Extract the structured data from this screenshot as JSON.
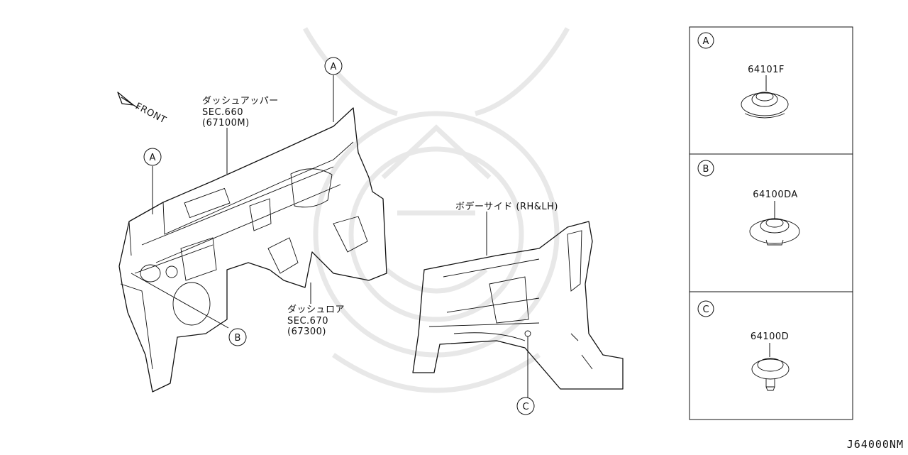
{
  "diagram_code": "J64000NM",
  "front_label": "FRONT",
  "callouts": {
    "dash_upper": {
      "name": "ダッシュアッパー",
      "sec": "SEC.660",
      "part": "(67100M)"
    },
    "dash_lower": {
      "name": "ダッシュロア",
      "sec": "SEC.670",
      "part": "(67300)"
    },
    "body_side": {
      "name": "ボデーサイド (RH&LH)"
    }
  },
  "markers": {
    "a": "A",
    "b": "B",
    "c": "C"
  },
  "legend": [
    {
      "marker": "A",
      "part_number": "64101F"
    },
    {
      "marker": "B",
      "part_number": "64100DA"
    },
    {
      "marker": "C",
      "part_number": "64100D"
    }
  ]
}
